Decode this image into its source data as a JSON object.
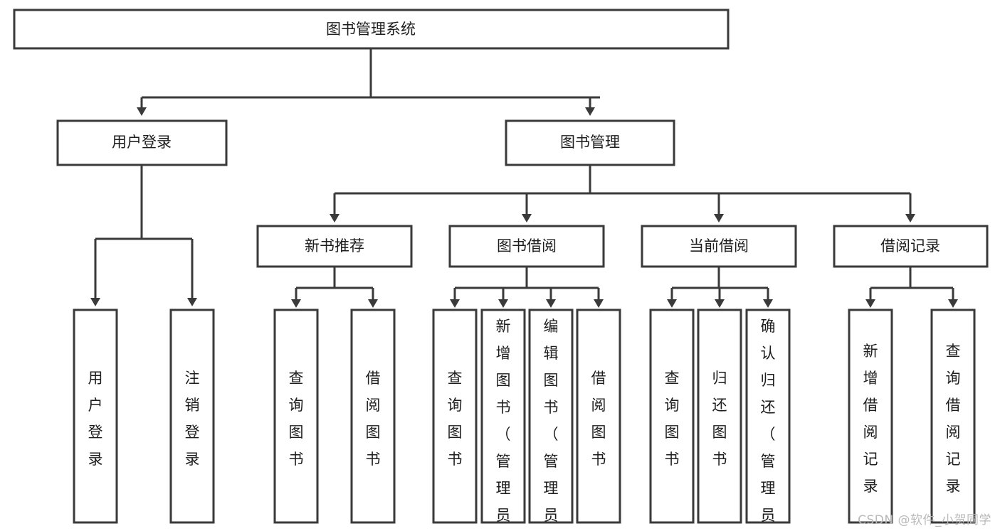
{
  "diagram": {
    "title": "图书管理系统",
    "type": "tree-hierarchy",
    "watermark": "CSDN @软件_小贺同学",
    "nodes": {
      "root": "图书管理系统",
      "level2": {
        "user_login": "用户登录",
        "book_manage": "图书管理"
      },
      "level3": {
        "new_book_recommend": "新书推荐",
        "book_borrow": "图书借阅",
        "current_borrow": "当前借阅",
        "borrow_record": "借阅记录"
      },
      "leaves": {
        "user_login_children": [
          "用户登录",
          "注销登录"
        ],
        "new_book_recommend_children": [
          "查询图书",
          "借阅图书"
        ],
        "book_borrow_children": [
          "查询图书",
          "新增图书（管理员）",
          "编辑图书（管理员）",
          "借阅图书"
        ],
        "current_borrow_children": [
          "查询图书",
          "归还图书",
          "确认归还（管理员）"
        ],
        "borrow_record_children": [
          "新增借阅记录",
          "查询借阅记录"
        ]
      }
    },
    "colors": {
      "box_stroke": "#3a3a3a",
      "box_fill": "#ffffff",
      "text": "#1d1d1d",
      "background": "#ffffff",
      "watermark": "#b9b9b9"
    }
  }
}
